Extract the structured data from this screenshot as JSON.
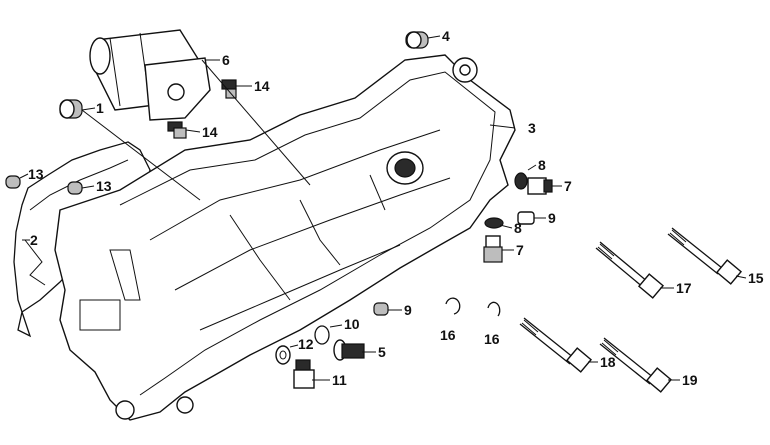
{
  "colors": {
    "ink": "#111111",
    "paper": "#ffffff"
  },
  "callouts": [
    "1",
    "2",
    "3",
    "4",
    "5",
    "6",
    "7",
    "8",
    "9",
    "10",
    "11",
    "12",
    "13",
    "14",
    "15",
    "16",
    "17",
    "18",
    "19"
  ]
}
